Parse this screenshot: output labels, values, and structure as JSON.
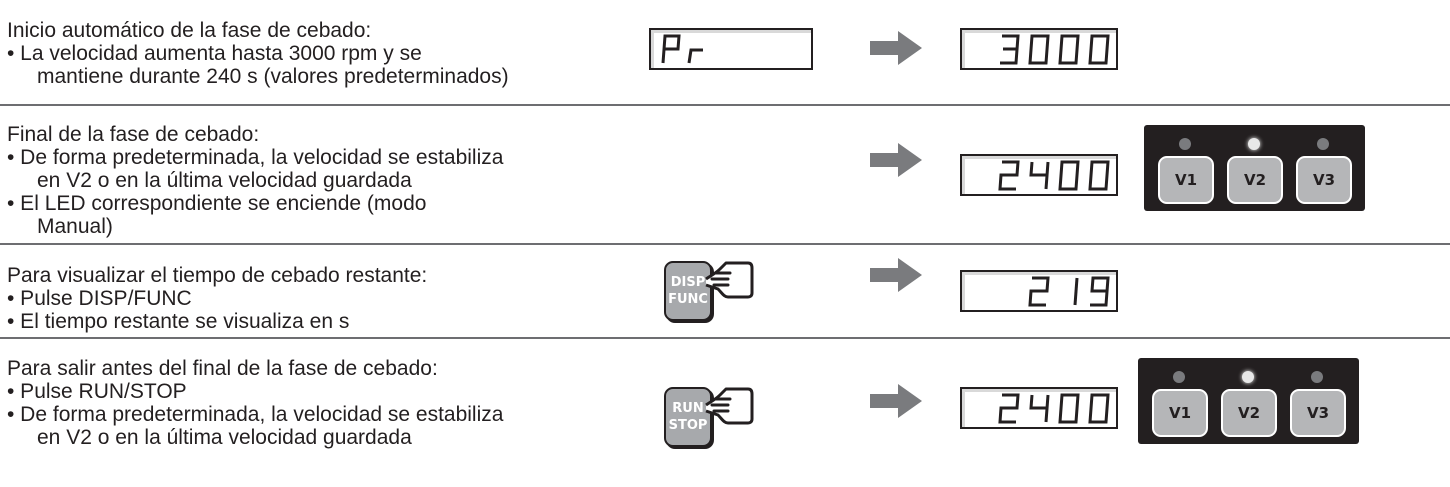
{
  "rows": [
    {
      "lines": [
        "Inicio automático de la fase de cebado:",
        "• La velocidad aumenta hasta 3000 rpm y se",
        "mantiene durante 240 s (valores predeterminados)"
      ],
      "display_before": "Pr",
      "display_after": "3000"
    },
    {
      "lines": [
        "Final de la fase de cebado:",
        "• De forma predeterminada, la velocidad se estabiliza",
        "en V2 o en la última velocidad guardada",
        "• El LED correspondiente se enciende (modo",
        "Manual)"
      ],
      "display_after": "2400",
      "panel": {
        "buttons": [
          "V1",
          "V2",
          "V3"
        ],
        "active_led": "V2"
      }
    },
    {
      "lines": [
        "Para visualizar el tiempo de cebado restante:",
        "• Pulse DISP/FUNC",
        "• El tiempo restante se visualiza en s"
      ],
      "key": [
        "DISP",
        "FUNC"
      ],
      "display_after": "219"
    },
    {
      "lines": [
        "Para salir antes del final de la fase de cebado:",
        "• Pulse RUN/STOP",
        "• De forma predeterminada, la velocidad se estabiliza",
        "en V2 o en la última velocidad guardada"
      ],
      "key": [
        "RUN",
        "STOP"
      ],
      "display_after": "2400",
      "panel": {
        "buttons": [
          "V1",
          "V2",
          "V3"
        ],
        "active_led": "V2"
      }
    }
  ],
  "colors": {
    "text": "#231f20",
    "rule": "#6d6e71",
    "panel": "#231f20",
    "button_grey": "#a7a9ac"
  }
}
